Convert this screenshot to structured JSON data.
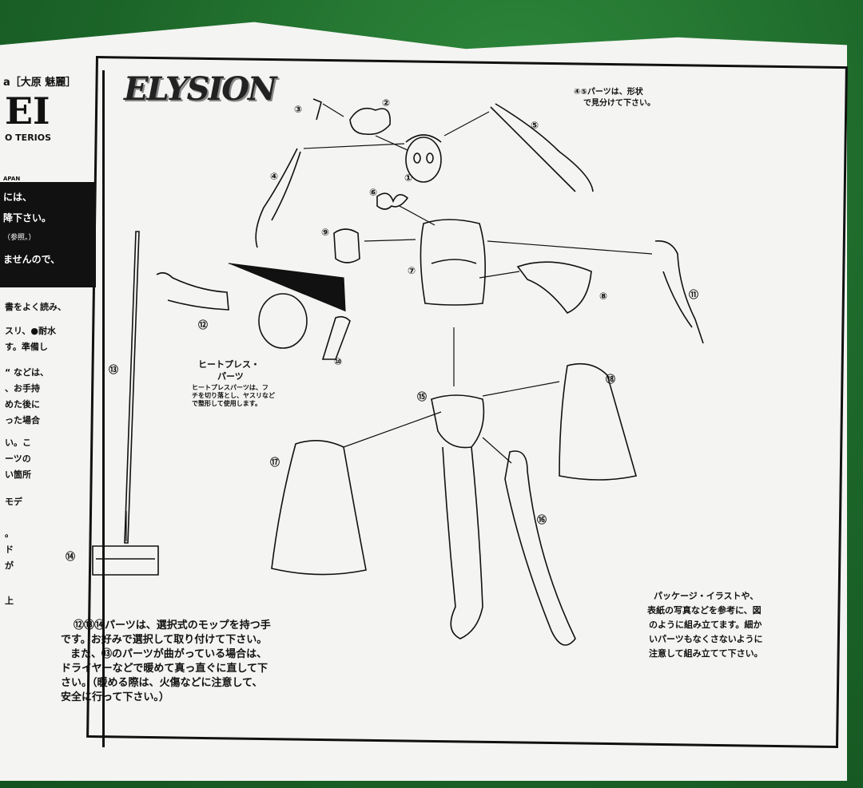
{
  "sheet": {
    "logo": "ELYSION",
    "left_header": {
      "author": "a［大原 魅麗］",
      "title_frag": "EI",
      "subtitle": "O TERIOS",
      "country": "APAN"
    },
    "left_bar_lines": [
      "には、",
      "降下さい。",
      "（参照。）",
      "ませんので、"
    ],
    "left_text_lines": [
      "書をよく読み、",
      "スリ、●耐水",
      "す。準備し",
      "“ などは、",
      "、お手持",
      "めた後に",
      "った場合",
      "い。こ",
      "ーツの",
      "い箇所",
      "モデ",
      "。",
      "ド",
      "が",
      "上"
    ],
    "note_top_right": [
      "④⑤パーツは、形状",
      "で見分けて下さい。"
    ],
    "heat_press": {
      "title": [
        "ヒートプレス・",
        "パーツ"
      ],
      "note": [
        "ヒートプレスパーツは、フ",
        "チを切り落とし、ヤスリなど",
        "で整形して使用します。"
      ]
    },
    "note_bottom_left": [
      "⑫⑬⑭パーツは、選択式のモップを持つ手",
      "です。お好みで選択して取り付けて下さい。",
      "また、⑬のパーツが曲がっている場合は、",
      "ドライヤーなどで暖めて真っ直ぐに直して下",
      "さい。（暖める際は、火傷などに注意して、",
      "安全に行って下さい。）"
    ],
    "note_bottom_right": [
      "パッケージ・イラストや、",
      "表紙の写真などを参考に、図",
      "のように組み立てます。細か",
      "いパーツもなくさないように",
      "注意して組み立てて下さい。"
    ],
    "part_numbers": [
      "③",
      "②",
      "⑤",
      "④",
      "①",
      "⑥",
      "⑨",
      "⑦",
      "⑧",
      "⑪",
      "⑫",
      "⑩",
      "⑬",
      "⑮",
      "⑱",
      "⑰",
      "⑯",
      "⑭"
    ]
  }
}
